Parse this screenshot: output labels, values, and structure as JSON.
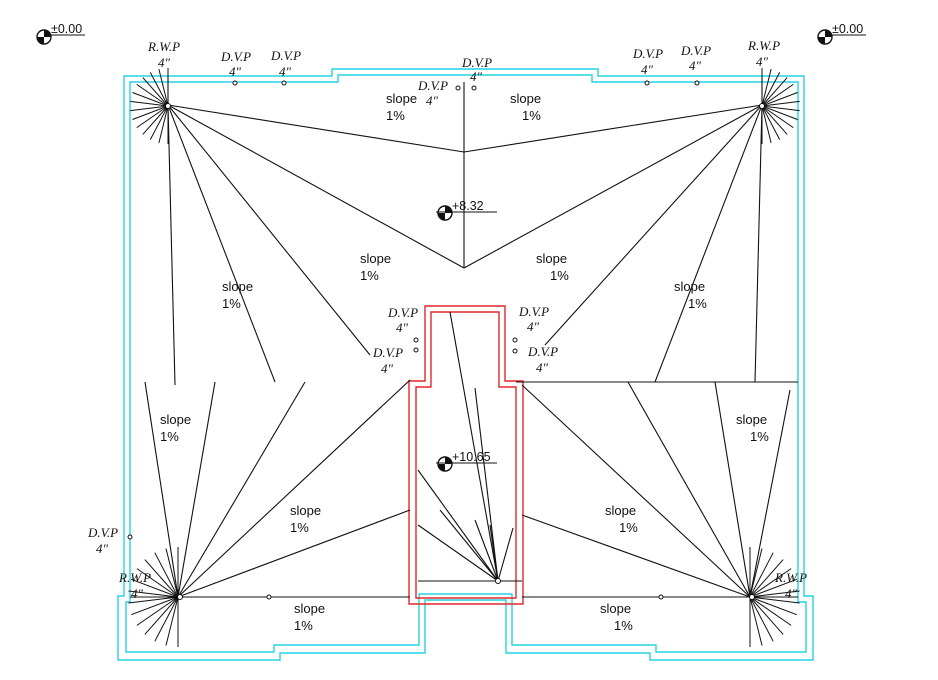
{
  "levels": {
    "corner": "±0.00",
    "roof": "+8.32",
    "stair": "+10.65"
  },
  "slope": {
    "word": "slope",
    "value": "1%"
  },
  "pipes": {
    "rwp": "R.W.P",
    "dvp": "D.V.P",
    "size": "4\""
  }
}
